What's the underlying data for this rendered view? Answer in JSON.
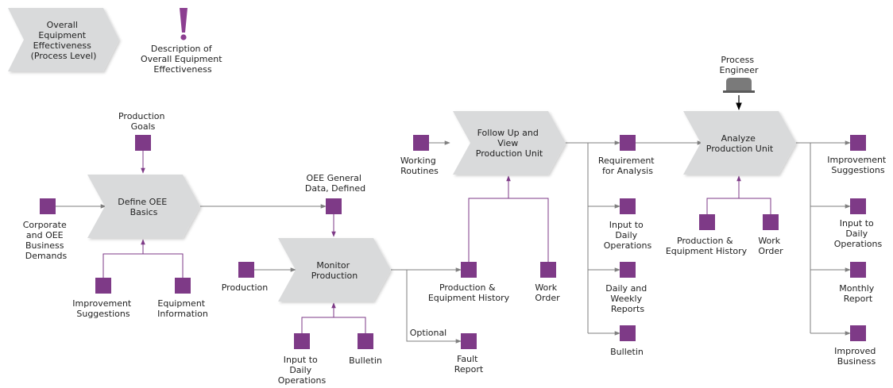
{
  "colors": {
    "process_fill": "#d9dadb",
    "object_fill": "#7e3a87",
    "connector_gray": "#7f7f7f",
    "connector_purple": "#7e3a87",
    "role_fill": "#7a7a7a",
    "icon_purple": "#8c3f91"
  },
  "header": {
    "process_label": [
      "Overall",
      "Equipment",
      "Effectiveness",
      "(Process Level)"
    ],
    "description_icon": "exclamation-icon",
    "description_label": [
      "Description of",
      "Overall Equipment",
      "Effectiveness"
    ]
  },
  "processes": {
    "define": [
      "Define OEE",
      "Basics"
    ],
    "monitor": [
      "Monitor",
      "Production"
    ],
    "follow": [
      "Follow Up and",
      "View",
      "Production Unit"
    ],
    "analyze": [
      "Analyze",
      "Production Unit"
    ]
  },
  "role": {
    "icon": "process-engineer-icon",
    "label": [
      "Process",
      "Engineer"
    ]
  },
  "objects": {
    "production_goals": [
      "Production",
      "Goals"
    ],
    "corporate_demands": [
      "Corporate",
      "and OEE",
      "Business",
      "Demands"
    ],
    "improvement_suggestions_in": [
      "Improvement",
      "Suggestions"
    ],
    "equipment_information": [
      "Equipment",
      "Information"
    ],
    "oee_general_data": [
      "OEE General",
      "Data, Defined"
    ],
    "production": [
      "Production"
    ],
    "input_daily_ops_in": [
      "Input to",
      "Daily",
      "Operations"
    ],
    "bulletin_in": [
      "Bulletin"
    ],
    "working_routines": [
      "Working",
      "Routines"
    ],
    "prod_equip_history_mid": [
      "Production &",
      "Equipment History"
    ],
    "work_order_mid": [
      "Work",
      "Order"
    ],
    "optional_label": [
      "Optional"
    ],
    "fault_report": [
      "Fault",
      "Report"
    ],
    "requirement_analysis": [
      "Requirement",
      "for Analysis"
    ],
    "input_daily_ops_mid": [
      "Input to",
      "Daily",
      "Operations"
    ],
    "daily_weekly_reports": [
      "Daily and",
      "Weekly",
      "Reports"
    ],
    "bulletin_mid": [
      "Bulletin"
    ],
    "prod_equip_history_right": [
      "Production &",
      "Equipment History"
    ],
    "work_order_right": [
      "Work",
      "Order"
    ],
    "improvement_suggestions_out": [
      "Improvement",
      "Suggestions"
    ],
    "input_daily_ops_out": [
      "Input to",
      "Daily",
      "Operations"
    ],
    "monthly_report": [
      "Monthly",
      "Report"
    ],
    "improved_business": [
      "Improved",
      "Business"
    ]
  }
}
